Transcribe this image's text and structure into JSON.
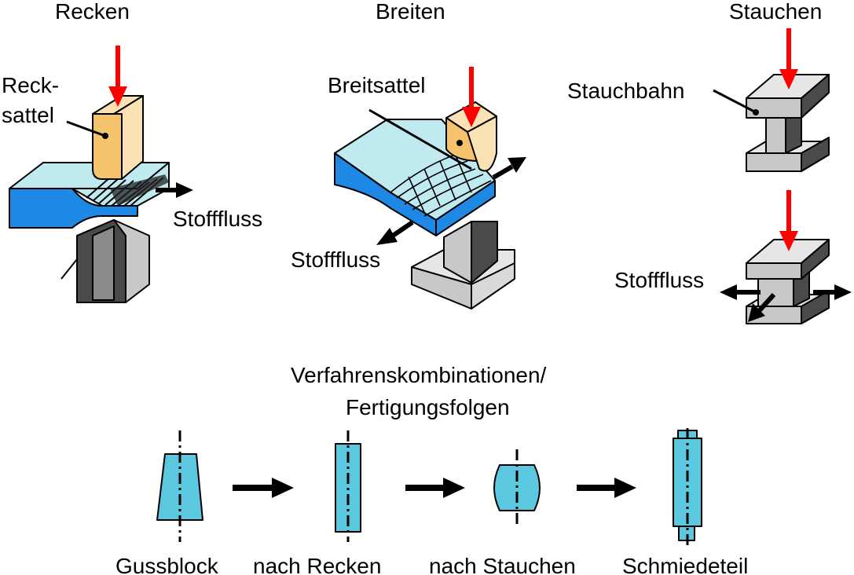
{
  "colors": {
    "press_arrow": "#ff0000",
    "workpiece_top": "#bfeaf0",
    "workpiece_front": "#1e88e5",
    "tool_yellow_front": "#f5c36b",
    "tool_yellow_side": "#fbe2b4",
    "tool_dark": "#4a4a4a",
    "tool_grey": "#c8c8c8",
    "sequence_part": "#5bc8e0"
  },
  "processes": {
    "recken": {
      "title": "Recken",
      "tool_label_line1": "Reck-",
      "tool_label_line2": "sattel",
      "flow_label": "Stofffluss"
    },
    "breiten": {
      "title": "Breiten",
      "tool_label": "Breitsattel",
      "flow_label": "Stofffluss"
    },
    "stauchen": {
      "title": "Stauchen",
      "tool_label": "Stauchbahn",
      "flow_label": "Stofffluss"
    }
  },
  "sequence": {
    "title_line1": "Verfahrenskombinationen/",
    "title_line2": "Fertigungsfolgen",
    "steps": [
      "Gussblock",
      "nach Recken",
      "nach Stauchen",
      "Schmiedeteil"
    ]
  }
}
